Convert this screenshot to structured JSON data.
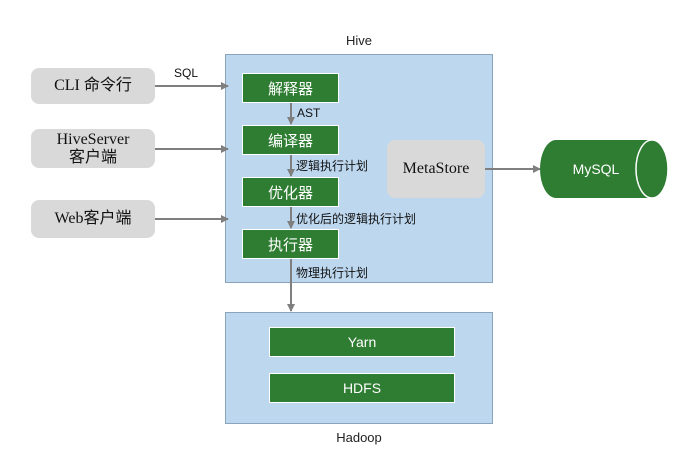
{
  "hive": {
    "title": "Hive"
  },
  "hadoop": {
    "title": "Hadoop",
    "yarn": "Yarn",
    "hdfs": "HDFS"
  },
  "clients": [
    {
      "line1": "CLI 命令行",
      "line2": ""
    },
    {
      "line1": "HiveServer",
      "line2": "客户端"
    },
    {
      "line1": "Web客户端",
      "line2": ""
    }
  ],
  "pipeline": {
    "parser": "解释器",
    "compiler": "编译器",
    "optimizer": "优化器",
    "executor": "执行器"
  },
  "labels": {
    "sql": "SQL",
    "ast": "AST",
    "logical_plan": "逻辑执行计划",
    "optimized_plan": "优化后的逻辑执行计划",
    "physical_plan": "物理执行计划"
  },
  "metastore": "MetaStore",
  "mysql": "MySQL",
  "colors": {
    "container": "#bdd7ee",
    "green": "#2e7d32",
    "client_gray": "#d9d9d9",
    "arrow": "#7f7f7f"
  }
}
